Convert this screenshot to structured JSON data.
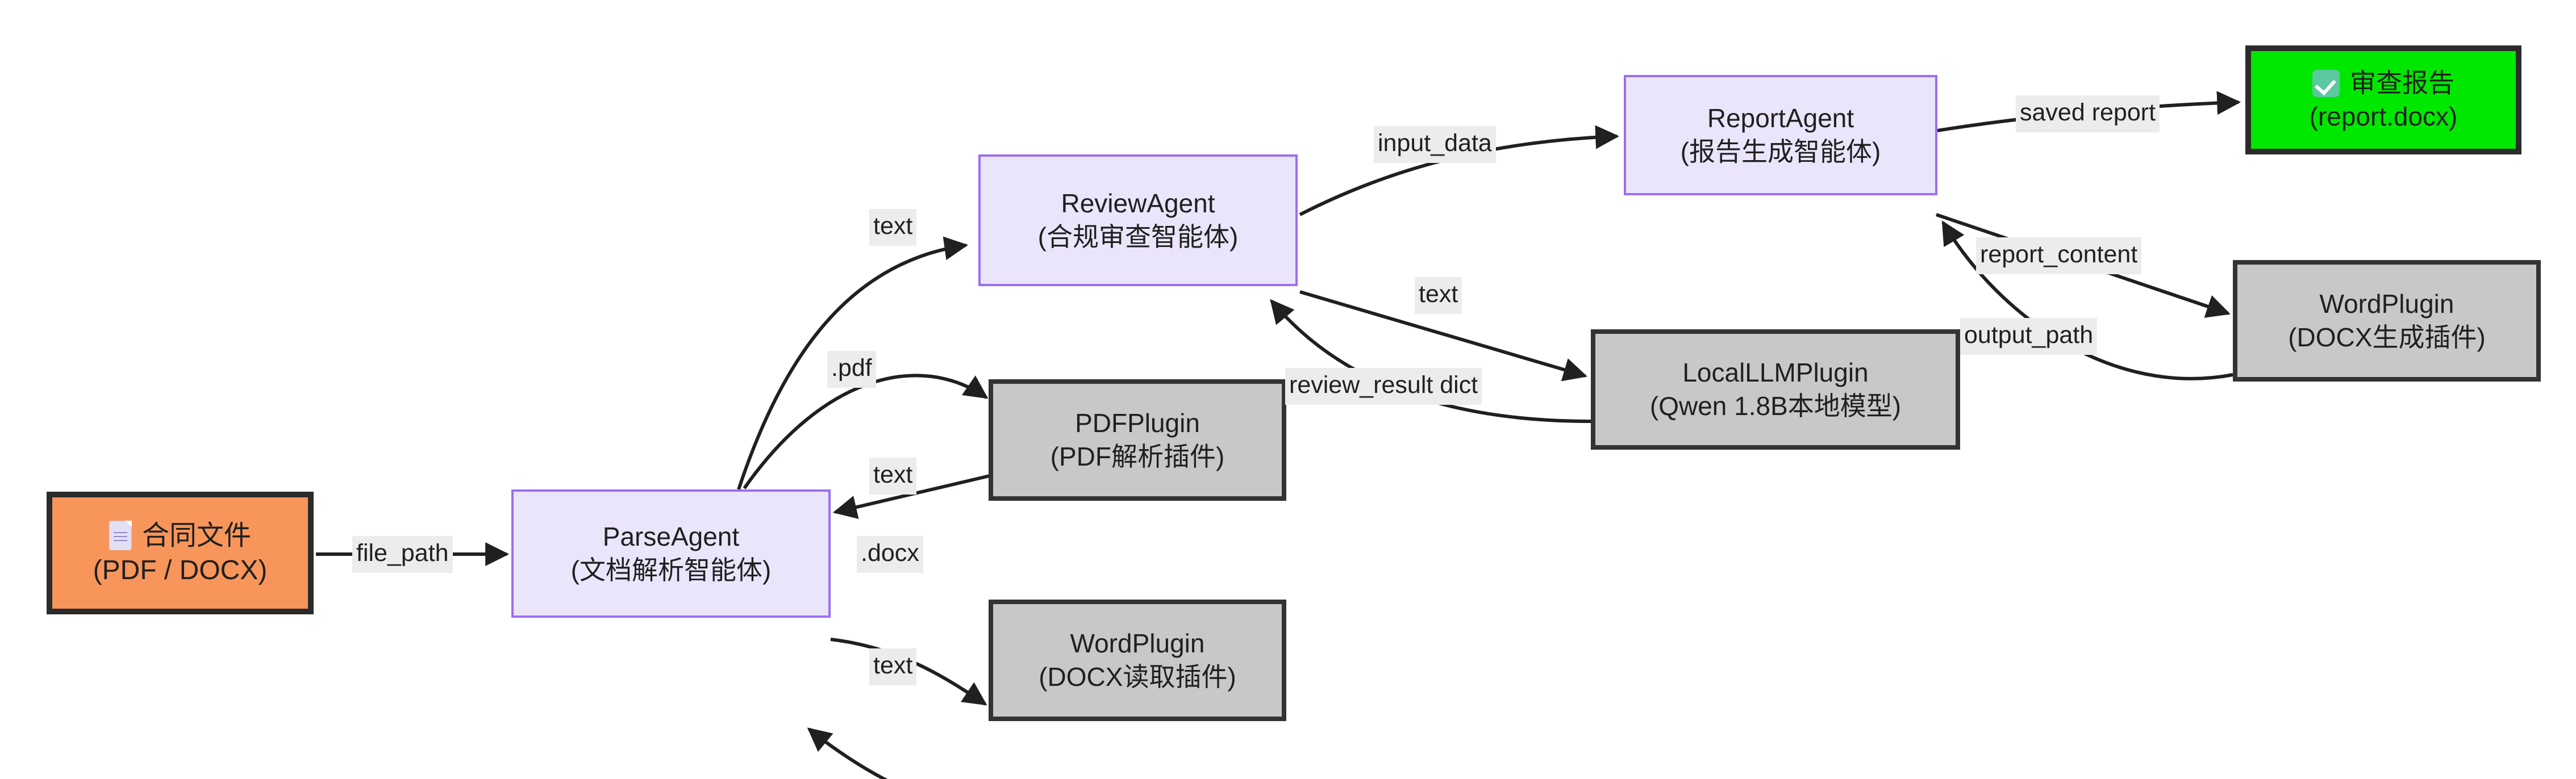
{
  "diagram": {
    "type": "flowchart",
    "title": "Contract Review Multi-Agent Flow",
    "colors": {
      "agent_fill": "#ebe5fb",
      "agent_stroke": "#9b6ef3",
      "plugin_fill": "#c8c8c8",
      "plugin_stroke": "#333333",
      "input_fill": "#f8955b",
      "output_fill": "#00e800",
      "node_stroke_dark": "#2b2b2b",
      "edge_stroke": "#1f2020",
      "label_bg": "#ececec",
      "background": "#ffffff"
    }
  },
  "nodes": {
    "contract_file": {
      "icon": "document-icon",
      "line1": "合同文件",
      "line2": "(PDF / DOCX)"
    },
    "parse_agent": {
      "line1": "ParseAgent",
      "line2": "(文档解析智能体)"
    },
    "review_agent": {
      "line1": "ReviewAgent",
      "line2": "(合规审查智能体)"
    },
    "report_agent": {
      "line1": "ReportAgent",
      "line2": "(报告生成智能体)"
    },
    "pdf_plugin": {
      "line1": "PDFPlugin",
      "line2": "(PDF解析插件)"
    },
    "word_plugin_read": {
      "line1": "WordPlugin",
      "line2": "(DOCX读取插件)"
    },
    "local_llm_plugin": {
      "line1": "LocalLLMPlugin",
      "line2": "(Qwen 1.8B本地模型)"
    },
    "word_plugin_write": {
      "line1": "WordPlugin",
      "line2": "(DOCX生成插件)"
    },
    "review_report": {
      "icon": "check-icon",
      "line1": "审查报告",
      "line2": "(report.docx)"
    }
  },
  "edges": [
    {
      "id": "e1",
      "from": "contract_file",
      "to": "parse_agent",
      "label": "file_path"
    },
    {
      "id": "e2",
      "from": "parse_agent",
      "to": "pdf_plugin",
      "label": ".pdf"
    },
    {
      "id": "e3",
      "from": "pdf_plugin",
      "to": "parse_agent",
      "label": "text"
    },
    {
      "id": "e4",
      "from": "parse_agent",
      "to": "word_plugin_read",
      "label": ".docx"
    },
    {
      "id": "e5",
      "from": "word_plugin_read",
      "to": "parse_agent",
      "label": "text"
    },
    {
      "id": "e6",
      "from": "parse_agent",
      "to": "review_agent",
      "label": "text"
    },
    {
      "id": "e7",
      "from": "review_agent",
      "to": "local_llm_plugin",
      "label": "text"
    },
    {
      "id": "e8",
      "from": "local_llm_plugin",
      "to": "review_agent",
      "label": "review_result dict"
    },
    {
      "id": "e9",
      "from": "review_agent",
      "to": "report_agent",
      "label": "input_data"
    },
    {
      "id": "e10",
      "from": "report_agent",
      "to": "word_plugin_write",
      "label": "report_content"
    },
    {
      "id": "e11",
      "from": "word_plugin_write",
      "to": "report_agent",
      "label": "output_path"
    },
    {
      "id": "e12",
      "from": "report_agent",
      "to": "review_report",
      "label": "saved report"
    }
  ]
}
